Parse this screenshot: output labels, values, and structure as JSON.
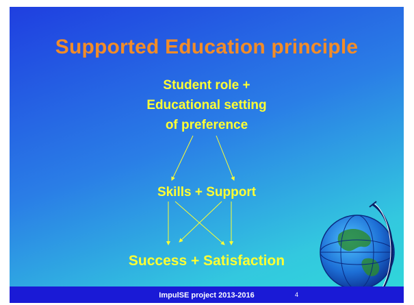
{
  "slide": {
    "title": "Supported Education principle",
    "nodes": [
      {
        "id": "student-role",
        "lines": [
          "Student role +",
          "Educational setting",
          "of preference"
        ]
      },
      {
        "id": "skills-support",
        "lines": [
          "Skills + Support"
        ]
      },
      {
        "id": "success-satisfaction",
        "lines": [
          "Success + Satisfaction"
        ]
      }
    ],
    "footer": "ImpulSE project 2013-2016",
    "page_number": "4",
    "colors": {
      "title": "#f28c28",
      "text": "#ffff33",
      "footer_bar": "#1a1ad6",
      "background_start": "#1f3fe0",
      "background_end": "#2fd9d9"
    },
    "decoration": "globe-icon"
  }
}
